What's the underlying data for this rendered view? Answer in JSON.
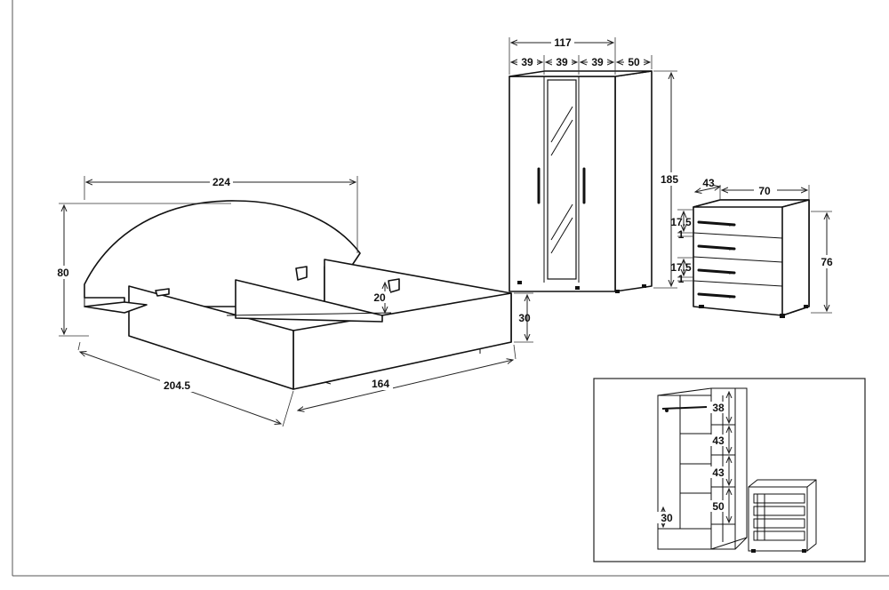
{
  "bed": {
    "width_label": "224",
    "height_label": "80",
    "length_label": "204.5",
    "inner_width_label": "164",
    "side_height_label": "30",
    "slat_support_label": "20"
  },
  "wardrobe": {
    "total_width_label": "117",
    "door1_label": "39",
    "door2_label": "39",
    "door3_label": "39",
    "depth_label": "50",
    "height_label": "185"
  },
  "dresser": {
    "depth_label": "43",
    "width_label": "70",
    "height_label": "76",
    "drawer_top_label": "17.5",
    "drawer_bottom_label": "17.5",
    "gap_top_label": "1",
    "gap_bottom_label": "1"
  },
  "interior_inset": {
    "shelf1_label": "38",
    "shelf2_label": "43",
    "shelf3_label": "43",
    "shelf4_label": "50",
    "bottom_label": "30"
  }
}
